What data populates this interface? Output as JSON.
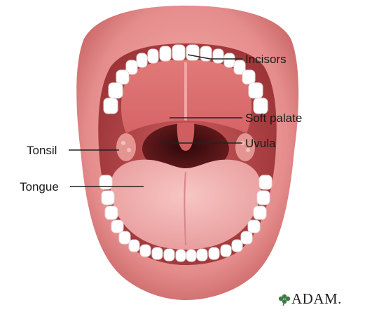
{
  "labels": {
    "incisors": "Incisors",
    "soft_palate": "Soft palate",
    "uvula": "Uvula",
    "tonsil": "Tonsil",
    "tongue": "Tongue"
  },
  "brand": {
    "text": "ADAM.",
    "icon": "leaf-icon"
  },
  "colors": {
    "lip": "#e58d8d",
    "lip_dark": "#c96565",
    "oral_cavity": "#b84a4c",
    "palate": "#d96f6f",
    "throat": "#5a1518",
    "tongue": "#f1b2b2",
    "tooth": "#ffffff",
    "brand_leaf": "#3e7b45"
  }
}
